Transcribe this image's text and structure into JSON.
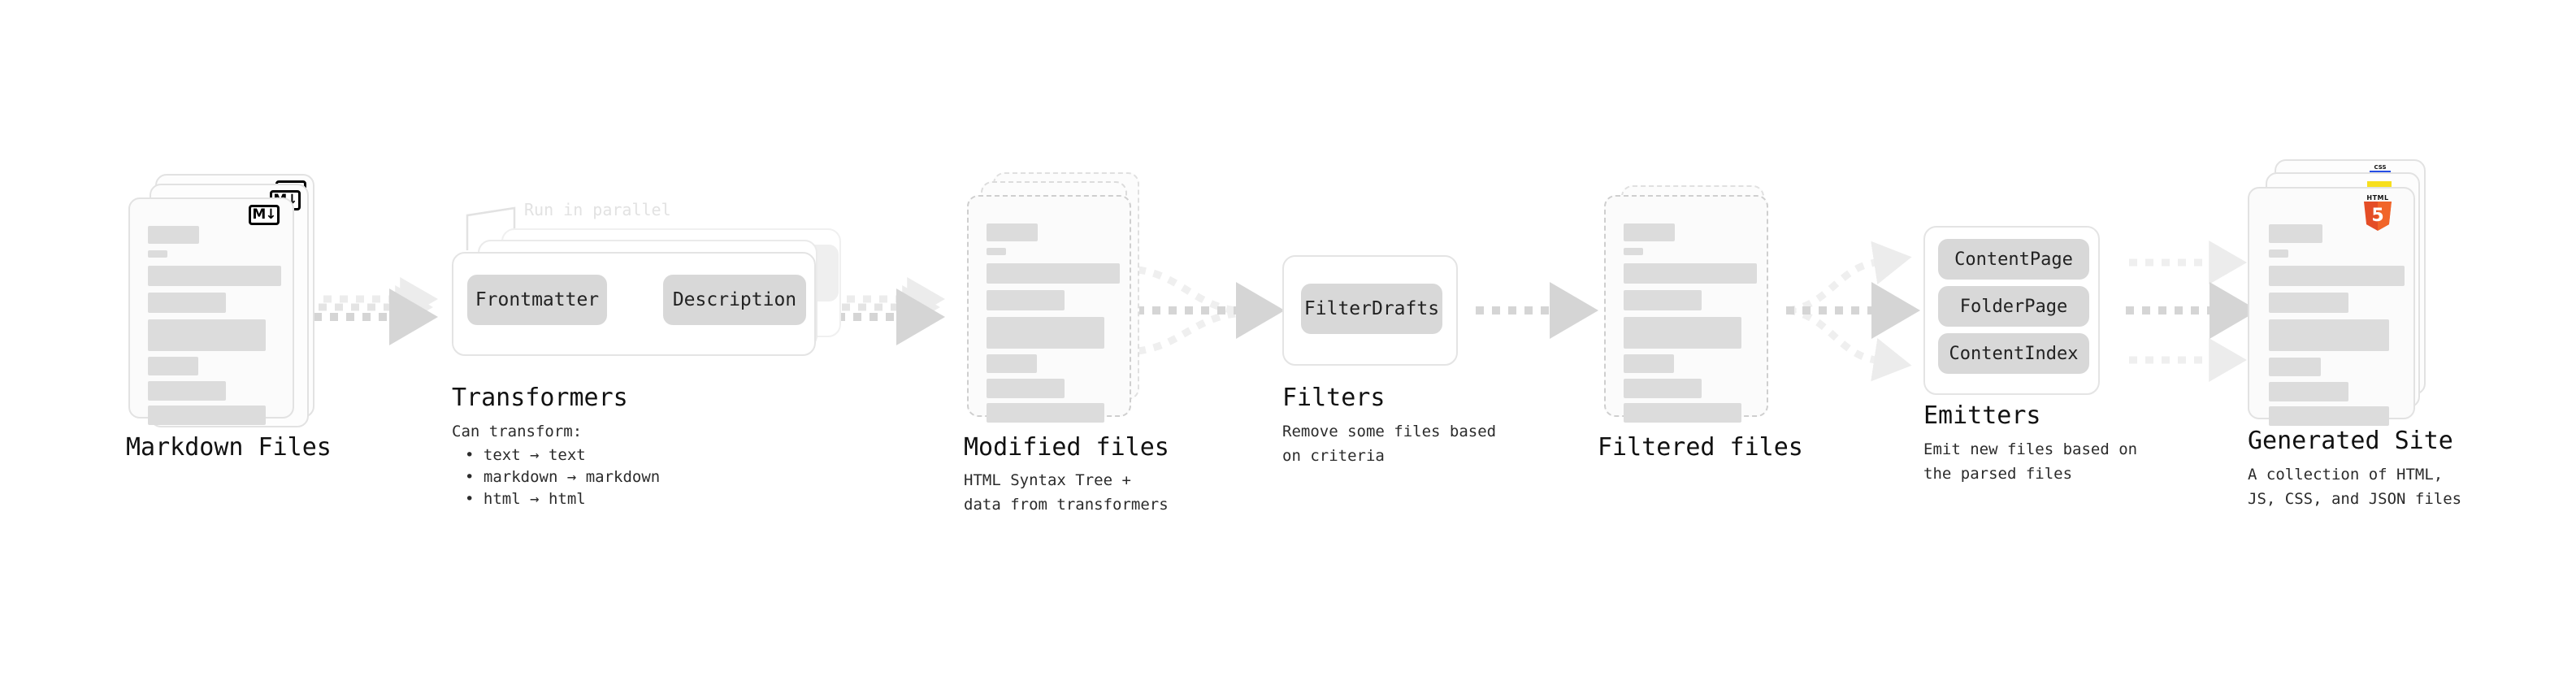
{
  "diagram": {
    "title_text_color": "#111111",
    "accent_colors": {
      "skeleton": "#dcdcdc",
      "card_border": "#e2e2e2",
      "dashed_border": "#cfcfcf",
      "pill_fill": "#d8d8d8",
      "arrow": "#d5d5d5",
      "html5_red": "#e44d26",
      "css_blue": "#264de4",
      "js_yellow": "#f7df1e"
    },
    "stages": [
      {
        "id": "markdown-files",
        "title": "Markdown Files",
        "subtitle": "",
        "badge": "M↓",
        "badge_name": "markdown-badge"
      },
      {
        "id": "transformers",
        "title": "Transformers",
        "subtitle": "Can transform:",
        "bullets": [
          "• text → text",
          "• markdown → markdown",
          "• html → html"
        ],
        "annotation": "Run in parallel",
        "pills": [
          "Frontmatter",
          "Description"
        ]
      },
      {
        "id": "modified-files",
        "title": "Modified files",
        "subtitle": "HTML Syntax Tree +\ndata from transformers"
      },
      {
        "id": "filters",
        "title": "Filters",
        "subtitle": "Remove some files based\non criteria",
        "pills": [
          "FilterDrafts"
        ]
      },
      {
        "id": "filtered-files",
        "title": "Filtered files",
        "subtitle": ""
      },
      {
        "id": "emitters",
        "title": "Emitters",
        "subtitle": "Emit new files based on\nthe parsed files",
        "pills": [
          "ContentPage",
          "FolderPage",
          "ContentIndex"
        ]
      },
      {
        "id": "generated-site",
        "title": "Generated Site",
        "subtitle": "A collection of HTML,\nJS, CSS, and JSON files",
        "badges": [
          "HTML5",
          "CSS",
          "JS"
        ]
      }
    ]
  }
}
